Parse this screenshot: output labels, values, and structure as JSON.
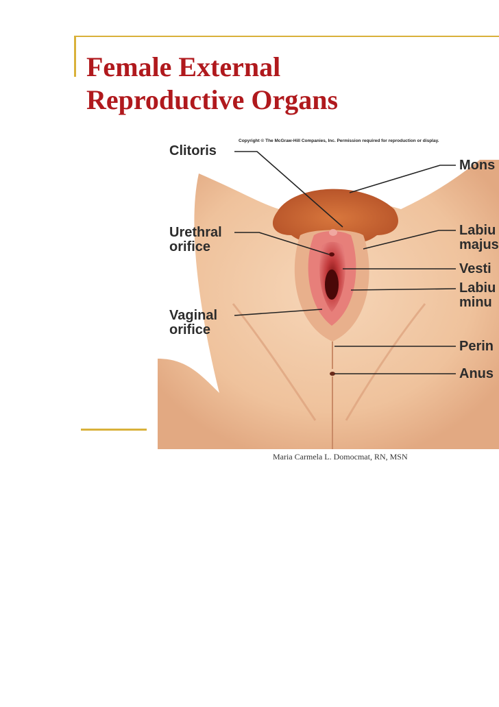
{
  "slide": {
    "title_line1": "Female External",
    "title_line2": "Reproductive Organs",
    "footer": "Maria Carmela L. Domocmat, RN, MSN"
  },
  "figure": {
    "copyright": "Copyright © The McGraw-Hill Companies, Inc. Permission required for reproduction or display.",
    "labels_left": [
      {
        "id": "clitoris",
        "line1": "Clitoris",
        "line2": ""
      },
      {
        "id": "urethral-orifice",
        "line1": "Urethral",
        "line2": "orifice"
      },
      {
        "id": "vaginal-orifice",
        "line1": "Vaginal",
        "line2": "orifice"
      }
    ],
    "labels_right": [
      {
        "id": "mons",
        "line1": "Mons",
        "line2": ""
      },
      {
        "id": "labia-majora",
        "line1": "Labiu",
        "line2": "majus"
      },
      {
        "id": "vestibule",
        "line1": "Vesti",
        "line2": ""
      },
      {
        "id": "labia-minora",
        "line1": "Labiu",
        "line2": "minu"
      },
      {
        "id": "perineum",
        "line1": "Perin",
        "line2": ""
      },
      {
        "id": "anus",
        "line1": "Anus",
        "line2": ""
      }
    ]
  },
  "colors": {
    "title": "#b0191d",
    "accent": "#d9b13a",
    "skin": "#f2c9a6",
    "hair": "#c9642f",
    "tissue": "#d8585a"
  }
}
